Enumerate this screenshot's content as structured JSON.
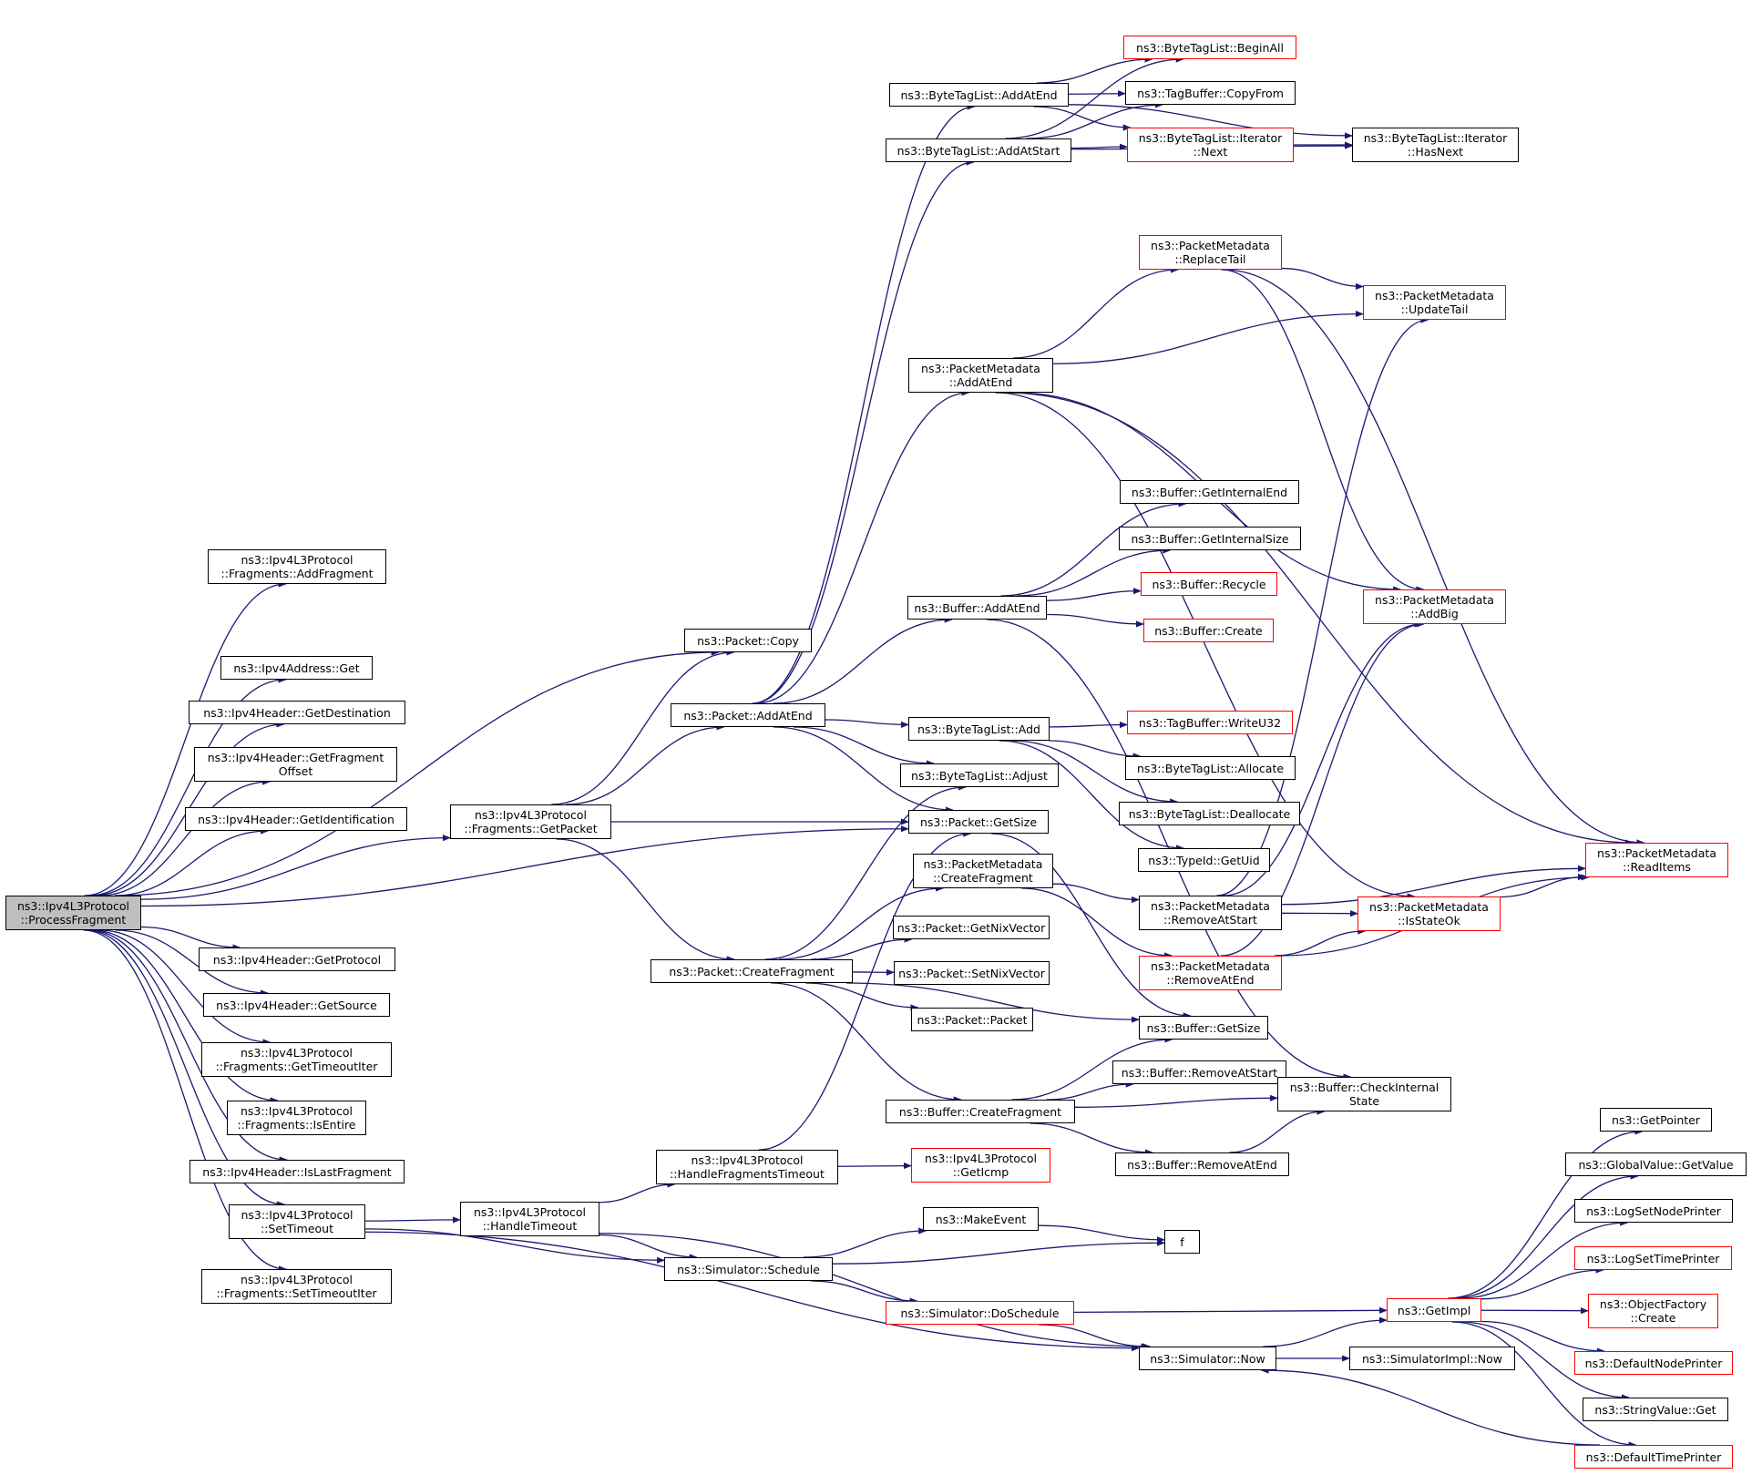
{
  "title": "ns3::Ipv4L3Protocol::ProcessFragment call graph",
  "colors": {
    "edge": "#191970",
    "node_border": "#000000",
    "external_border": "#ff0000",
    "root_fill": "#bfbfbf"
  },
  "nodes": [
    {
      "id": "root",
      "label": "ns3::Ipv4L3Protocol\n::ProcessFragment",
      "kind": "root"
    },
    {
      "id": "addFragment",
      "label": "ns3::Ipv4L3Protocol\n::Fragments::AddFragment",
      "kind": "normal"
    },
    {
      "id": "pktCopy",
      "label": "ns3::Packet::Copy",
      "kind": "normal"
    },
    {
      "id": "ipv4AddrGet",
      "label": "ns3::Ipv4Address::Get",
      "kind": "normal"
    },
    {
      "id": "getDest",
      "label": "ns3::Ipv4Header::GetDestination",
      "kind": "normal"
    },
    {
      "id": "getFragOff",
      "label": "ns3::Ipv4Header::GetFragment\nOffset",
      "kind": "normal"
    },
    {
      "id": "getIdent",
      "label": "ns3::Ipv4Header::GetIdentification",
      "kind": "normal"
    },
    {
      "id": "getPacket",
      "label": "ns3::Ipv4L3Protocol\n::Fragments::GetPacket",
      "kind": "normal"
    },
    {
      "id": "getProto",
      "label": "ns3::Ipv4Header::GetProtocol",
      "kind": "normal"
    },
    {
      "id": "getSource",
      "label": "ns3::Ipv4Header::GetSource",
      "kind": "normal"
    },
    {
      "id": "getTimeoutIter",
      "label": "ns3::Ipv4L3Protocol\n::Fragments::GetTimeoutIter",
      "kind": "normal"
    },
    {
      "id": "isEntire",
      "label": "ns3::Ipv4L3Protocol\n::Fragments::IsEntire",
      "kind": "normal"
    },
    {
      "id": "isLastFrag",
      "label": "ns3::Ipv4Header::IsLastFragment",
      "kind": "normal"
    },
    {
      "id": "setTimeout",
      "label": "ns3::Ipv4L3Protocol\n::SetTimeout",
      "kind": "normal"
    },
    {
      "id": "setTimeoutIter",
      "label": "ns3::Ipv4L3Protocol\n::Fragments::SetTimeoutIter",
      "kind": "normal"
    },
    {
      "id": "pktAddAtEnd",
      "label": "ns3::Packet::AddAtEnd",
      "kind": "normal"
    },
    {
      "id": "pktCreateFrag",
      "label": "ns3::Packet::CreateFragment",
      "kind": "normal"
    },
    {
      "id": "handleFragTimeout",
      "label": "ns3::Ipv4L3Protocol\n::HandleFragmentsTimeout",
      "kind": "normal"
    },
    {
      "id": "handleTimeout",
      "label": "ns3::Ipv4L3Protocol\n::HandleTimeout",
      "kind": "normal"
    },
    {
      "id": "simSchedule",
      "label": "ns3::Simulator::Schedule",
      "kind": "normal"
    },
    {
      "id": "btlAddAtEnd",
      "label": "ns3::ByteTagList::AddAtEnd",
      "kind": "normal"
    },
    {
      "id": "btlAddAtStart",
      "label": "ns3::ByteTagList::AddAtStart",
      "kind": "normal"
    },
    {
      "id": "pmAddAtEnd",
      "label": "ns3::PacketMetadata\n::AddAtEnd",
      "kind": "normal"
    },
    {
      "id": "bufAddAtEnd",
      "label": "ns3::Buffer::AddAtEnd",
      "kind": "normal"
    },
    {
      "id": "btlAdd",
      "label": "ns3::ByteTagList::Add",
      "kind": "normal"
    },
    {
      "id": "btlAdjust",
      "label": "ns3::ByteTagList::Adjust",
      "kind": "normal"
    },
    {
      "id": "pktGetSize",
      "label": "ns3::Packet::GetSize",
      "kind": "normal"
    },
    {
      "id": "pmCreateFrag",
      "label": "ns3::PacketMetadata\n::CreateFragment",
      "kind": "normal"
    },
    {
      "id": "getNix",
      "label": "ns3::Packet::GetNixVector",
      "kind": "normal"
    },
    {
      "id": "setNix",
      "label": "ns3::Packet::SetNixVector",
      "kind": "normal"
    },
    {
      "id": "pktPacket",
      "label": "ns3::Packet::Packet",
      "kind": "normal"
    },
    {
      "id": "bufCreateFrag",
      "label": "ns3::Buffer::CreateFragment",
      "kind": "normal"
    },
    {
      "id": "getIcmp",
      "label": "ns3::Ipv4L3Protocol\n::GetIcmp",
      "kind": "external"
    },
    {
      "id": "makeEvent",
      "label": "ns3::MakeEvent",
      "kind": "normal"
    },
    {
      "id": "doSchedule",
      "label": "ns3::Simulator::DoSchedule",
      "kind": "external"
    },
    {
      "id": "beginAll",
      "label": "ns3::ByteTagList::BeginAll",
      "kind": "external"
    },
    {
      "id": "copyFrom",
      "label": "ns3::TagBuffer::CopyFrom",
      "kind": "normal"
    },
    {
      "id": "iterNext",
      "label": "ns3::ByteTagList::Iterator\n::Next",
      "kind": "external"
    },
    {
      "id": "iterHasNext",
      "label": "ns3::ByteTagList::Iterator\n::HasNext",
      "kind": "normal"
    },
    {
      "id": "replaceTail",
      "label": "ns3::PacketMetadata\n::ReplaceTail",
      "kind": "external"
    },
    {
      "id": "updateTail",
      "label": "ns3::PacketMetadata\n::UpdateTail",
      "kind": "external"
    },
    {
      "id": "getIntEnd",
      "label": "ns3::Buffer::GetInternalEnd",
      "kind": "normal"
    },
    {
      "id": "getIntSize",
      "label": "ns3::Buffer::GetInternalSize",
      "kind": "normal"
    },
    {
      "id": "recycle",
      "label": "ns3::Buffer::Recycle",
      "kind": "external"
    },
    {
      "id": "bufCreate",
      "label": "ns3::Buffer::Create",
      "kind": "external"
    },
    {
      "id": "addBig",
      "label": "ns3::PacketMetadata\n::AddBig",
      "kind": "external"
    },
    {
      "id": "writeU32",
      "label": "ns3::TagBuffer::WriteU32",
      "kind": "external"
    },
    {
      "id": "allocate",
      "label": "ns3::ByteTagList::Allocate",
      "kind": "normal"
    },
    {
      "id": "deallocate",
      "label": "ns3::ByteTagList::Deallocate",
      "kind": "normal"
    },
    {
      "id": "getUid",
      "label": "ns3::TypeId::GetUid",
      "kind": "normal"
    },
    {
      "id": "readItems",
      "label": "ns3::PacketMetadata\n::ReadItems",
      "kind": "external"
    },
    {
      "id": "removeAtStartPM",
      "label": "ns3::PacketMetadata\n::RemoveAtStart",
      "kind": "normal"
    },
    {
      "id": "isStateOk",
      "label": "ns3::PacketMetadata\n::IsStateOk",
      "kind": "external"
    },
    {
      "id": "removeAtEndPM",
      "label": "ns3::PacketMetadata\n::RemoveAtEnd",
      "kind": "external"
    },
    {
      "id": "bufGetSize",
      "label": "ns3::Buffer::GetSize",
      "kind": "normal"
    },
    {
      "id": "bufRemoveAtStart",
      "label": "ns3::Buffer::RemoveAtStart",
      "kind": "normal"
    },
    {
      "id": "checkInternal",
      "label": "ns3::Buffer::CheckInternal\nState",
      "kind": "normal"
    },
    {
      "id": "bufRemoveAtEnd",
      "label": "ns3::Buffer::RemoveAtEnd",
      "kind": "normal"
    },
    {
      "id": "f",
      "label": "f",
      "kind": "normal"
    },
    {
      "id": "getImpl",
      "label": "ns3::GetImpl",
      "kind": "external"
    },
    {
      "id": "simNow",
      "label": "ns3::Simulator::Now",
      "kind": "normal"
    },
    {
      "id": "simImplNow",
      "label": "ns3::SimulatorImpl::Now",
      "kind": "normal"
    },
    {
      "id": "getPointer",
      "label": "ns3::GetPointer",
      "kind": "normal"
    },
    {
      "id": "gvGetValue",
      "label": "ns3::GlobalValue::GetValue",
      "kind": "normal"
    },
    {
      "id": "logSetNode",
      "label": "ns3::LogSetNodePrinter",
      "kind": "normal"
    },
    {
      "id": "logSetTime",
      "label": "ns3::LogSetTimePrinter",
      "kind": "external"
    },
    {
      "id": "ofCreate",
      "label": "ns3::ObjectFactory\n::Create",
      "kind": "external"
    },
    {
      "id": "defNode",
      "label": "ns3::DefaultNodePrinter",
      "kind": "external"
    },
    {
      "id": "svGet",
      "label": "ns3::StringValue::Get",
      "kind": "normal"
    },
    {
      "id": "defTime",
      "label": "ns3::DefaultTimePrinter",
      "kind": "external"
    }
  ],
  "edges": [
    [
      "root",
      "addFragment"
    ],
    [
      "root",
      "pktCopy"
    ],
    [
      "root",
      "ipv4AddrGet"
    ],
    [
      "root",
      "getDest"
    ],
    [
      "root",
      "getFragOff"
    ],
    [
      "root",
      "getIdent"
    ],
    [
      "root",
      "getPacket"
    ],
    [
      "root",
      "pktGetSize"
    ],
    [
      "root",
      "getProto"
    ],
    [
      "root",
      "getSource"
    ],
    [
      "root",
      "getTimeoutIter"
    ],
    [
      "root",
      "isEntire"
    ],
    [
      "root",
      "isLastFrag"
    ],
    [
      "root",
      "setTimeout"
    ],
    [
      "root",
      "setTimeoutIter"
    ],
    [
      "getPacket",
      "pktCopy"
    ],
    [
      "getPacket",
      "pktAddAtEnd"
    ],
    [
      "getPacket",
      "pktGetSize"
    ],
    [
      "getPacket",
      "pktCreateFrag"
    ],
    [
      "pktAddAtEnd",
      "btlAddAtEnd"
    ],
    [
      "pktAddAtEnd",
      "btlAddAtStart"
    ],
    [
      "pktAddAtEnd",
      "pmAddAtEnd"
    ],
    [
      "pktAddAtEnd",
      "bufAddAtEnd"
    ],
    [
      "pktAddAtEnd",
      "btlAdd"
    ],
    [
      "pktAddAtEnd",
      "btlAdjust"
    ],
    [
      "pktAddAtEnd",
      "pktGetSize"
    ],
    [
      "btlAddAtEnd",
      "beginAll"
    ],
    [
      "btlAddAtEnd",
      "copyFrom"
    ],
    [
      "btlAddAtEnd",
      "iterNext"
    ],
    [
      "btlAddAtEnd",
      "iterHasNext"
    ],
    [
      "btlAddAtStart",
      "beginAll"
    ],
    [
      "btlAddAtStart",
      "copyFrom"
    ],
    [
      "btlAddAtStart",
      "iterNext"
    ],
    [
      "btlAddAtStart",
      "iterHasNext"
    ],
    [
      "iterNext",
      "iterHasNext"
    ],
    [
      "pmAddAtEnd",
      "replaceTail"
    ],
    [
      "pmAddAtEnd",
      "updateTail"
    ],
    [
      "pmAddAtEnd",
      "addBig"
    ],
    [
      "pmAddAtEnd",
      "readItems"
    ],
    [
      "pmAddAtEnd",
      "isStateOk"
    ],
    [
      "replaceTail",
      "updateTail"
    ],
    [
      "replaceTail",
      "addBig"
    ],
    [
      "replaceTail",
      "readItems"
    ],
    [
      "bufAddAtEnd",
      "getIntEnd"
    ],
    [
      "bufAddAtEnd",
      "getIntSize"
    ],
    [
      "bufAddAtEnd",
      "recycle"
    ],
    [
      "bufAddAtEnd",
      "bufCreate"
    ],
    [
      "bufAddAtEnd",
      "checkInternal"
    ],
    [
      "btlAdd",
      "writeU32"
    ],
    [
      "btlAdd",
      "allocate"
    ],
    [
      "btlAdd",
      "deallocate"
    ],
    [
      "btlAdd",
      "getUid"
    ],
    [
      "pktGetSize",
      "bufGetSize"
    ],
    [
      "pktCreateFrag",
      "btlAdjust"
    ],
    [
      "pktCreateFrag",
      "pmCreateFrag"
    ],
    [
      "pktCreateFrag",
      "getNix"
    ],
    [
      "pktCreateFrag",
      "setNix"
    ],
    [
      "pktCreateFrag",
      "pktPacket"
    ],
    [
      "pktCreateFrag",
      "bufGetSize"
    ],
    [
      "pktCreateFrag",
      "bufCreateFrag"
    ],
    [
      "pmCreateFrag",
      "removeAtStartPM"
    ],
    [
      "pmCreateFrag",
      "removeAtEndPM"
    ],
    [
      "removeAtStartPM",
      "updateTail"
    ],
    [
      "removeAtStartPM",
      "addBig"
    ],
    [
      "removeAtStartPM",
      "readItems"
    ],
    [
      "removeAtStartPM",
      "isStateOk"
    ],
    [
      "removeAtEndPM",
      "addBig"
    ],
    [
      "removeAtEndPM",
      "readItems"
    ],
    [
      "removeAtEndPM",
      "isStateOk"
    ],
    [
      "isStateOk",
      "readItems"
    ],
    [
      "bufCreateFrag",
      "bufGetSize"
    ],
    [
      "bufCreateFrag",
      "bufRemoveAtStart"
    ],
    [
      "bufCreateFrag",
      "checkInternal"
    ],
    [
      "bufCreateFrag",
      "bufRemoveAtEnd"
    ],
    [
      "bufRemoveAtStart",
      "checkInternal"
    ],
    [
      "bufRemoveAtEnd",
      "checkInternal"
    ],
    [
      "setTimeout",
      "handleTimeout"
    ],
    [
      "setTimeout",
      "simSchedule"
    ],
    [
      "setTimeout",
      "simNow"
    ],
    [
      "handleTimeout",
      "handleFragTimeout"
    ],
    [
      "handleTimeout",
      "simSchedule"
    ],
    [
      "handleTimeout",
      "simNow"
    ],
    [
      "handleFragTimeout",
      "getIcmp"
    ],
    [
      "handleFragTimeout",
      "pktGetSize"
    ],
    [
      "simSchedule",
      "makeEvent"
    ],
    [
      "simSchedule",
      "f"
    ],
    [
      "simSchedule",
      "doSchedule"
    ],
    [
      "makeEvent",
      "f"
    ],
    [
      "doSchedule",
      "getImpl"
    ],
    [
      "doSchedule",
      "simNow"
    ],
    [
      "simNow",
      "getImpl"
    ],
    [
      "simNow",
      "simImplNow"
    ],
    [
      "getImpl",
      "getPointer"
    ],
    [
      "getImpl",
      "gvGetValue"
    ],
    [
      "getImpl",
      "logSetNode"
    ],
    [
      "getImpl",
      "logSetTime"
    ],
    [
      "getImpl",
      "ofCreate"
    ],
    [
      "getImpl",
      "defNode"
    ],
    [
      "getImpl",
      "svGet"
    ],
    [
      "getImpl",
      "defTime"
    ],
    [
      "defTime",
      "simNow"
    ]
  ]
}
